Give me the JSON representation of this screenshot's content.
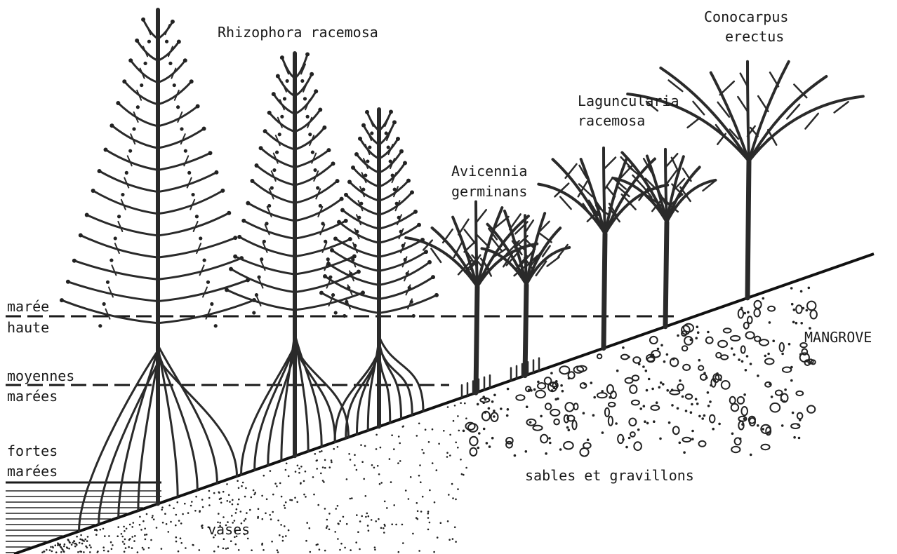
{
  "tide_labels": {
    "high": [
      "marée",
      "haute"
    ],
    "medium": [
      "moyennes",
      "marées"
    ],
    "strong": [
      "fortes",
      "marées"
    ]
  },
  "species": {
    "rhizophora": "Rhizophora racemosa",
    "avicennia": [
      "Avicennia",
      "germinans"
    ],
    "laguncularia": [
      "Laguncularia",
      "racemosa"
    ],
    "conocarpus": [
      "Conocarpus",
      "erectus"
    ]
  },
  "substrates": {
    "mud": "vases",
    "sand": "sables et gravillons"
  },
  "zone_label": "MANGROVE",
  "colors": {
    "ink": "#2a2a2a",
    "paper": "#ffffff"
  }
}
